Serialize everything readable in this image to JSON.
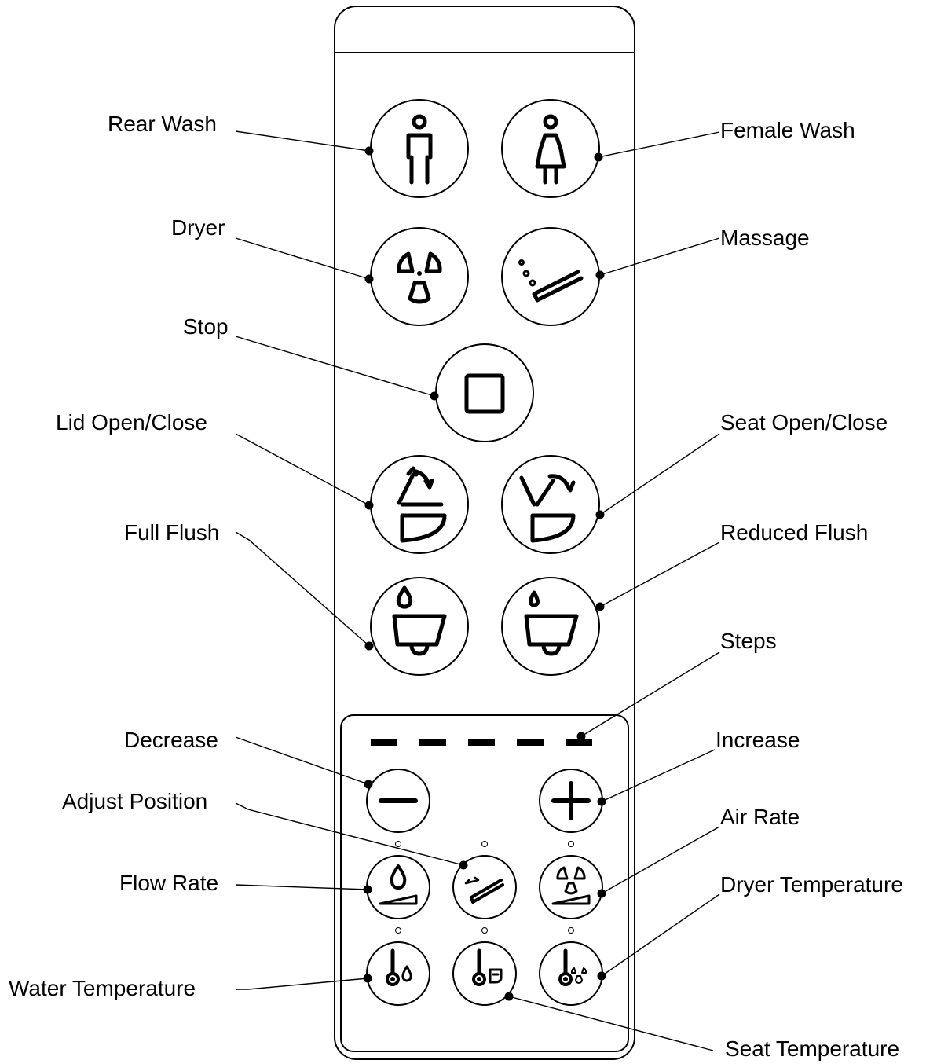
{
  "labels": {
    "rear_wash": "Rear Wash",
    "female_wash": "Female Wash",
    "dryer": "Dryer",
    "massage": "Massage",
    "stop": "Stop",
    "lid_open_close": "Lid Open/Close",
    "seat_open_close": "Seat Open/Close",
    "full_flush": "Full Flush",
    "reduced_flush": "Reduced Flush",
    "steps": "Steps",
    "decrease": "Decrease",
    "increase": "Increase",
    "adjust_position": "Adjust Position",
    "air_rate": "Air Rate",
    "flow_rate": "Flow Rate",
    "dryer_temperature": "Dryer Temperature",
    "water_temperature": "Water Temperature",
    "seat_temperature": "Seat Temperature"
  },
  "icons": {
    "rear_wash": "person-icon",
    "female_wash": "woman-icon",
    "dryer": "fan-icon",
    "massage": "nozzle-icon",
    "stop": "square-icon",
    "lid_open_close": "lid-toggle-icon",
    "seat_open_close": "seat-toggle-icon",
    "full_flush": "full-flush-icon",
    "reduced_flush": "reduced-flush-icon",
    "decrease": "minus-icon",
    "increase": "plus-icon",
    "adjust_position": "position-adjust-icon",
    "air_rate": "air-rate-icon",
    "flow_rate": "flow-rate-icon",
    "dryer_temperature": "dryer-temp-icon",
    "water_temperature": "water-temp-icon",
    "seat_temperature": "seat-temp-icon"
  },
  "steps_indicator": {
    "segments": 5,
    "active_segment": 5
  }
}
